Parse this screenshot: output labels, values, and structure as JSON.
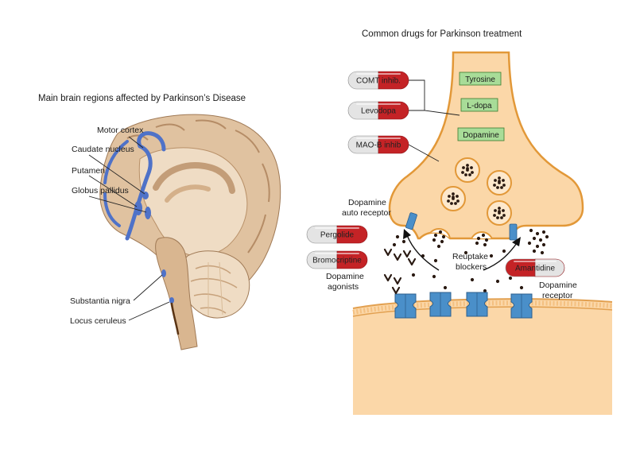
{
  "colors": {
    "brain_tan": "#e0c2a0",
    "brain_dark": "#c39d78",
    "brain_light": "#efdcc4",
    "highlight_blue": "#4f72c8",
    "terminal_fill": "#fbd7a8",
    "terminal_stroke": "#e29838",
    "vesicle_fill": "#fde8cc",
    "green_box": "#a8dc98",
    "pill_red": "#c42326",
    "pill_grey": "#e4e4e4",
    "receptor_blue": "#4a8fc9",
    "membrane": "#f2c98a"
  },
  "brain": {
    "title": "Main brain regions affected by Parkinson’s Disease",
    "labels": [
      {
        "id": "motor-cortex",
        "text": "Motor cortex"
      },
      {
        "id": "caudate-nucleus",
        "text": "Caudate nucleus"
      },
      {
        "id": "putamen",
        "text": "Putamen"
      },
      {
        "id": "globus-pallidus",
        "text": "Globus pallidus"
      },
      {
        "id": "substantia-nigra",
        "text": "Substantia nigra"
      },
      {
        "id": "locus-ceruleus",
        "text": "Locus ceruleus"
      }
    ]
  },
  "synapse": {
    "title": "Common drugs for Parkinson treatment",
    "boxes": [
      "Tyrosine",
      "L-dopa",
      "Dopamine"
    ],
    "drugs": [
      {
        "id": "comt",
        "text": "COMT inhib."
      },
      {
        "id": "levodopa",
        "text": "Levodopa"
      },
      {
        "id": "maob",
        "text": "MAO-B inhib"
      },
      {
        "id": "pergolide",
        "text": "Pergolide"
      },
      {
        "id": "bromocriptine",
        "text": "Bromocriptine"
      },
      {
        "id": "amantidine",
        "text": "Amantidine"
      }
    ],
    "labels": {
      "auto_receptor_1": "Dopamine",
      "auto_receptor_2": "auto receptor",
      "reuptake_1": "Reuptake",
      "reuptake_2": "blockers",
      "agonists_1": "Dopamine",
      "agonists_2": "agonists",
      "receptor_1": "Dopamine",
      "receptor_2": "receptor"
    }
  }
}
